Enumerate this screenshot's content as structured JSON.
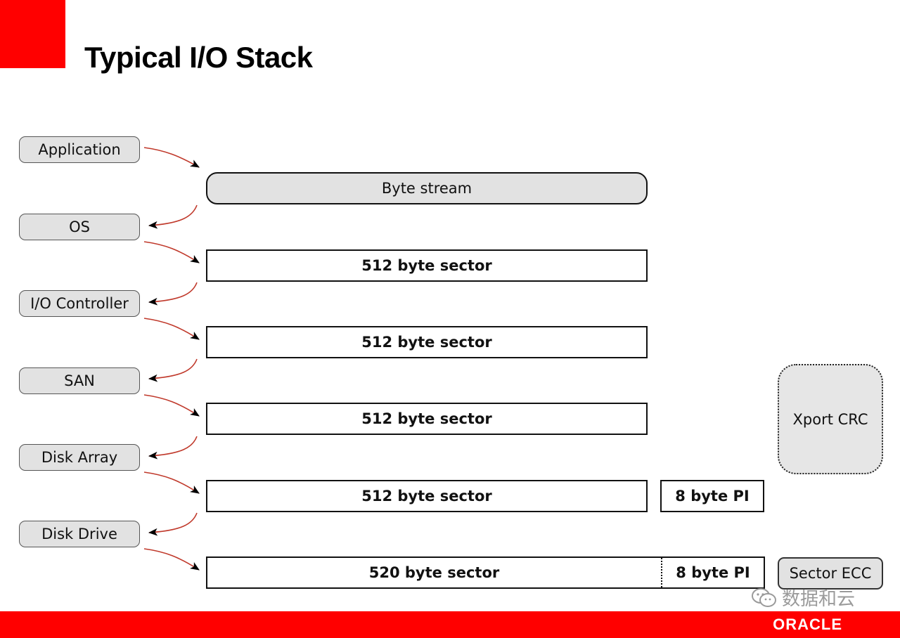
{
  "slide": {
    "title": "Typical I/O Stack",
    "accent_color": "#ff0000"
  },
  "layers": [
    "Application",
    "OS",
    "I/O Controller",
    "SAN",
    "Disk Array",
    "Disk Drive"
  ],
  "data_units": {
    "byte_stream": "Byte stream",
    "sector_1": "512 byte sector",
    "sector_2": "512 byte sector",
    "sector_3": "512 byte sector",
    "sector_4": "512 byte sector",
    "sector_4_pi": "8 byte PI",
    "sector_5": "520 byte sector",
    "sector_5_pi": "8 byte PI"
  },
  "protection": {
    "xport_crc": "Xport CRC",
    "sector_ecc": "Sector ECC"
  },
  "watermark": {
    "text": "数据和云",
    "icon": "wechat-icon"
  },
  "footer": {
    "logo": "ORACLE"
  }
}
